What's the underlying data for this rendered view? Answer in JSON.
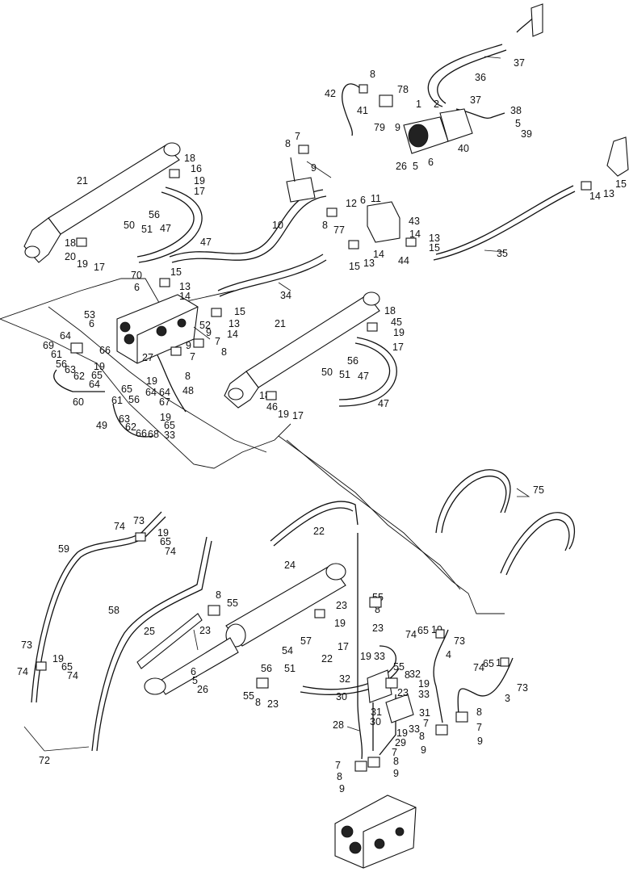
{
  "callouts": [
    {
      "text": "37"
    },
    {
      "text": "36"
    },
    {
      "text": "37"
    },
    {
      "text": "2"
    },
    {
      "text": "1"
    },
    {
      "text": "38"
    },
    {
      "text": "5"
    },
    {
      "text": "39"
    },
    {
      "text": "78"
    },
    {
      "text": "8"
    },
    {
      "text": "42"
    },
    {
      "text": "41"
    },
    {
      "text": "79"
    },
    {
      "text": "9"
    },
    {
      "text": "40"
    },
    {
      "text": "26"
    },
    {
      "text": "5"
    },
    {
      "text": "6"
    },
    {
      "text": "7"
    },
    {
      "text": "8"
    },
    {
      "text": "9"
    },
    {
      "text": "12"
    },
    {
      "text": "6"
    },
    {
      "text": "11"
    },
    {
      "text": "43"
    },
    {
      "text": "8"
    },
    {
      "text": "77"
    },
    {
      "text": "14"
    },
    {
      "text": "13"
    },
    {
      "text": "15"
    },
    {
      "text": "14"
    },
    {
      "text": "44"
    },
    {
      "text": "13"
    },
    {
      "text": "15"
    },
    {
      "text": "35"
    },
    {
      "text": "14"
    },
    {
      "text": "13"
    },
    {
      "text": "15"
    },
    {
      "text": "10"
    },
    {
      "text": "21"
    },
    {
      "text": "18"
    },
    {
      "text": "16"
    },
    {
      "text": "19"
    },
    {
      "text": "17"
    },
    {
      "text": "56"
    },
    {
      "text": "50"
    },
    {
      "text": "51"
    },
    {
      "text": "47"
    },
    {
      "text": "47"
    },
    {
      "text": "18"
    },
    {
      "text": "20"
    },
    {
      "text": "19"
    },
    {
      "text": "17"
    },
    {
      "text": "70"
    },
    {
      "text": "15"
    },
    {
      "text": "6"
    },
    {
      "text": "13"
    },
    {
      "text": "14"
    },
    {
      "text": "34"
    },
    {
      "text": "15"
    },
    {
      "text": "13"
    },
    {
      "text": "14"
    },
    {
      "text": "53"
    },
    {
      "text": "6"
    },
    {
      "text": "52"
    },
    {
      "text": "9"
    },
    {
      "text": "7"
    },
    {
      "text": "9"
    },
    {
      "text": "8"
    },
    {
      "text": "7"
    },
    {
      "text": "8"
    },
    {
      "text": "27"
    },
    {
      "text": "64"
    },
    {
      "text": "69"
    },
    {
      "text": "61"
    },
    {
      "text": "56"
    },
    {
      "text": "63"
    },
    {
      "text": "62"
    },
    {
      "text": "66"
    },
    {
      "text": "19"
    },
    {
      "text": "65"
    },
    {
      "text": "64"
    },
    {
      "text": "60"
    },
    {
      "text": "65"
    },
    {
      "text": "19"
    },
    {
      "text": "64"
    },
    {
      "text": "64"
    },
    {
      "text": "56"
    },
    {
      "text": "61"
    },
    {
      "text": "67"
    },
    {
      "text": "48"
    },
    {
      "text": "63"
    },
    {
      "text": "62"
    },
    {
      "text": "19"
    },
    {
      "text": "65"
    },
    {
      "text": "49"
    },
    {
      "text": "66"
    },
    {
      "text": "68"
    },
    {
      "text": "33"
    },
    {
      "text": "21"
    },
    {
      "text": "18"
    },
    {
      "text": "45"
    },
    {
      "text": "19"
    },
    {
      "text": "17"
    },
    {
      "text": "56"
    },
    {
      "text": "50"
    },
    {
      "text": "51"
    },
    {
      "text": "47"
    },
    {
      "text": "47"
    },
    {
      "text": "18"
    },
    {
      "text": "46"
    },
    {
      "text": "19"
    },
    {
      "text": "17"
    },
    {
      "text": "75"
    },
    {
      "text": "73"
    },
    {
      "text": "74"
    },
    {
      "text": "19"
    },
    {
      "text": "65"
    },
    {
      "text": "74"
    },
    {
      "text": "59"
    },
    {
      "text": "22"
    },
    {
      "text": "24"
    },
    {
      "text": "8"
    },
    {
      "text": "55"
    },
    {
      "text": "23"
    },
    {
      "text": "58"
    },
    {
      "text": "25"
    },
    {
      "text": "23"
    },
    {
      "text": "55"
    },
    {
      "text": "8"
    },
    {
      "text": "23"
    },
    {
      "text": "19"
    },
    {
      "text": "17"
    },
    {
      "text": "57"
    },
    {
      "text": "54"
    },
    {
      "text": "56"
    },
    {
      "text": "51"
    },
    {
      "text": "22"
    },
    {
      "text": "55"
    },
    {
      "text": "8"
    },
    {
      "text": "23"
    },
    {
      "text": "73"
    },
    {
      "text": "19"
    },
    {
      "text": "65"
    },
    {
      "text": "74"
    },
    {
      "text": "74"
    },
    {
      "text": "6"
    },
    {
      "text": "5"
    },
    {
      "text": "26"
    },
    {
      "text": "74"
    },
    {
      "text": "65"
    },
    {
      "text": "19"
    },
    {
      "text": "73"
    },
    {
      "text": "4"
    },
    {
      "text": "19"
    },
    {
      "text": "33"
    },
    {
      "text": "55"
    },
    {
      "text": "32"
    },
    {
      "text": "8"
    },
    {
      "text": "32"
    },
    {
      "text": "19"
    },
    {
      "text": "33"
    },
    {
      "text": "23"
    },
    {
      "text": "30"
    },
    {
      "text": "31"
    },
    {
      "text": "74"
    },
    {
      "text": "65"
    },
    {
      "text": "19"
    },
    {
      "text": "73"
    },
    {
      "text": "3"
    },
    {
      "text": "31"
    },
    {
      "text": "30"
    },
    {
      "text": "19"
    },
    {
      "text": "33"
    },
    {
      "text": "29"
    },
    {
      "text": "28"
    },
    {
      "text": "7"
    },
    {
      "text": "8"
    },
    {
      "text": "9"
    },
    {
      "text": "8"
    },
    {
      "text": "7"
    },
    {
      "text": "9"
    },
    {
      "text": "7"
    },
    {
      "text": "8"
    },
    {
      "text": "9"
    },
    {
      "text": "7"
    },
    {
      "text": "8"
    },
    {
      "text": "9"
    },
    {
      "text": "72"
    }
  ]
}
